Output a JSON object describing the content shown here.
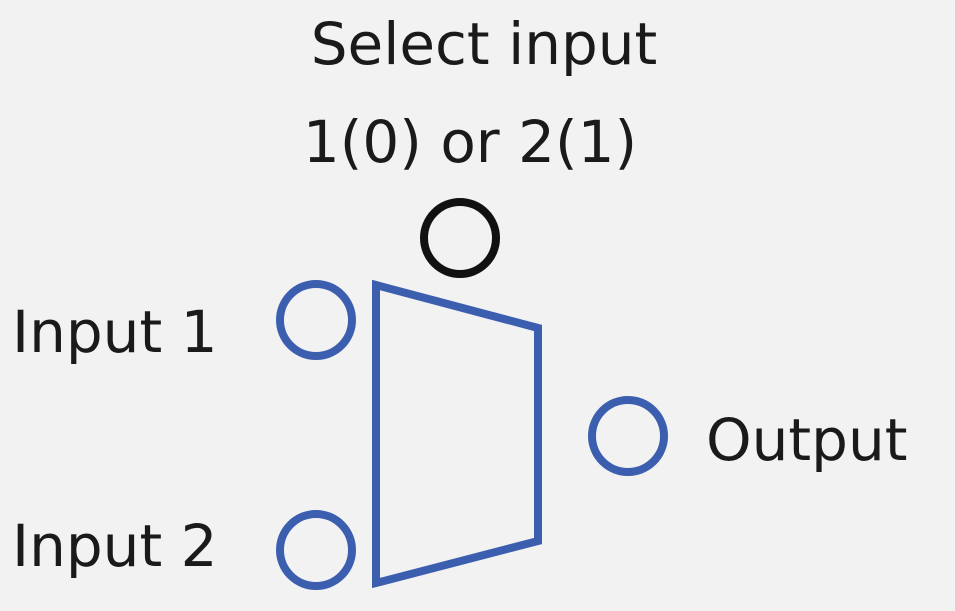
{
  "diagram": {
    "select_label_line1": "Select input",
    "select_label_line2": "1(0) or 2(1)",
    "input1_label": "Input 1",
    "input2_label": "Input 2",
    "output_label": "Output"
  },
  "colors": {
    "background": "#f2f2f2",
    "blue": "#3b5fae",
    "black": "#111111",
    "text": "#1a1a1a"
  }
}
